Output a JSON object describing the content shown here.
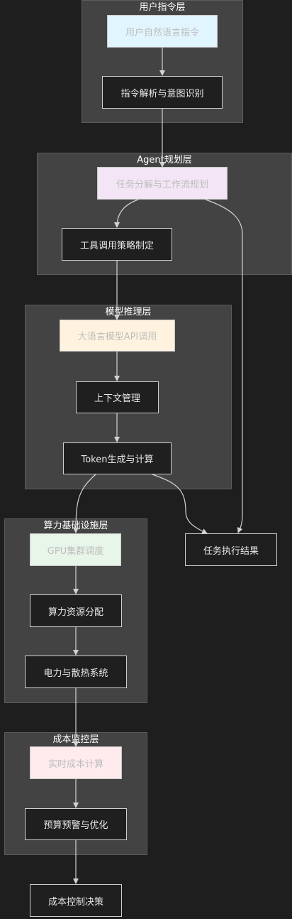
{
  "layers": {
    "user": {
      "title": "用户指令层"
    },
    "agent": {
      "title": "Agent规划层"
    },
    "model": {
      "title": "模型推理层"
    },
    "infra": {
      "title": "算力基础设施层"
    },
    "cost": {
      "title": "成本监控层"
    }
  },
  "nodes": {
    "user_instruction": "用户自然语言指令",
    "parse_intent": "指令解析与意图识别",
    "task_decompose": "任务分解与工作流规划",
    "tool_strategy": "工具调用策略制定",
    "llm_api": "大语言模型API调用",
    "context_mgmt": "上下文管理",
    "token_gen": "Token生成与计算",
    "task_result": "任务执行结果",
    "gpu_sched": "GPU集群调度",
    "compute_alloc": "算力资源分配",
    "power_cooling": "电力与散热系统",
    "cost_calc": "实时成本计算",
    "budget_alert": "预算预警与优化",
    "cost_decision": "成本控制决策"
  },
  "colors": {
    "background": "#1e1e1e",
    "layer_fill": "#434343",
    "node_user": "#e1f5fe",
    "node_agent": "#f3e5f5",
    "node_model": "#fff3e0",
    "node_infra": "#e8f5e9",
    "node_cost": "#ffebee",
    "edge": "#d3d3d3"
  }
}
